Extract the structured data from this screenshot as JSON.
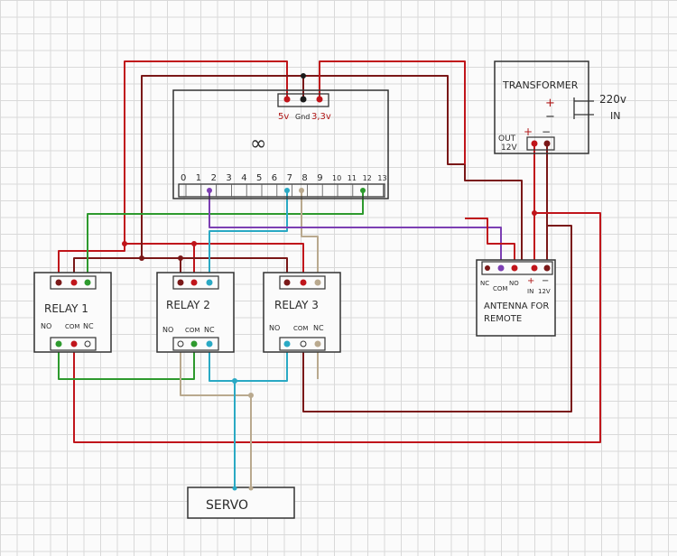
{
  "arduino": {
    "symbol": "∞",
    "pin_5v": "5v",
    "pin_gnd": "Gnd",
    "pin_3v3": "3,3v",
    "digital_pins": [
      "0",
      "1",
      "2",
      "3",
      "4",
      "5",
      "6",
      "7",
      "8",
      "9",
      "10",
      "11",
      "12",
      "13"
    ]
  },
  "transformer": {
    "title": "TRANSFORMER",
    "in_plus": "+",
    "in_minus": "−",
    "input_voltage": "220v",
    "input_label": "IN",
    "out_label": "OUT",
    "out_voltage": "12V",
    "out_plus": "+",
    "out_minus": "−"
  },
  "relays": [
    {
      "title": "RELAY 1",
      "no": "NO",
      "com": "COM",
      "nc": "NC"
    },
    {
      "title": "RELAY 2",
      "no": "NO",
      "com": "COM",
      "nc": "NC"
    },
    {
      "title": "RELAY 3",
      "no": "NO",
      "com": "COM",
      "nc": "NC"
    }
  ],
  "antenna": {
    "line1": "ANTENNA FOR",
    "line2": "REMOTE",
    "pin_nc": "NC",
    "pin_com": "COM",
    "pin_no": "NO",
    "pin_plus": "+",
    "pin_minus": "−",
    "pin_in": "IN",
    "pin_12v": "12V"
  },
  "servo": {
    "label": "SERVO"
  },
  "colors": {
    "red": "#c0151b",
    "dark_red": "#7a1818",
    "green": "#2e9a2e",
    "cyan": "#2aa9c4",
    "purple": "#7c3fb3",
    "tan": "#b9a98e",
    "black": "#1a1a1a"
  }
}
